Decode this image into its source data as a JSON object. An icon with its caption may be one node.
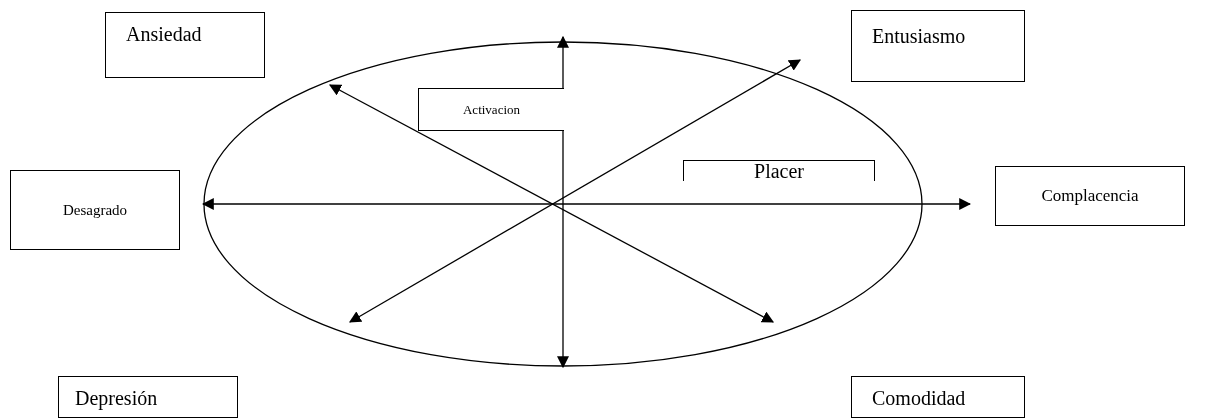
{
  "diagram": {
    "nodes": [
      {
        "text": [
          "Ansiedad"
        ]
      },
      {
        "text": [
          "Entusiasmo"
        ]
      },
      {
        "text": [],
        "shape": "ellipse"
      },
      {
        "text": [
          "Activacion"
        ],
        "in": 2
      },
      {
        "text": [
          "Placer"
        ],
        "in": 2
      },
      {
        "text": [
          "Desagrado"
        ]
      },
      {
        "text": [
          "Complacencia"
        ]
      },
      {
        "text": [
          "Depresión"
        ]
      },
      {
        "text": [
          "Comodidad"
        ]
      }
    ]
  }
}
